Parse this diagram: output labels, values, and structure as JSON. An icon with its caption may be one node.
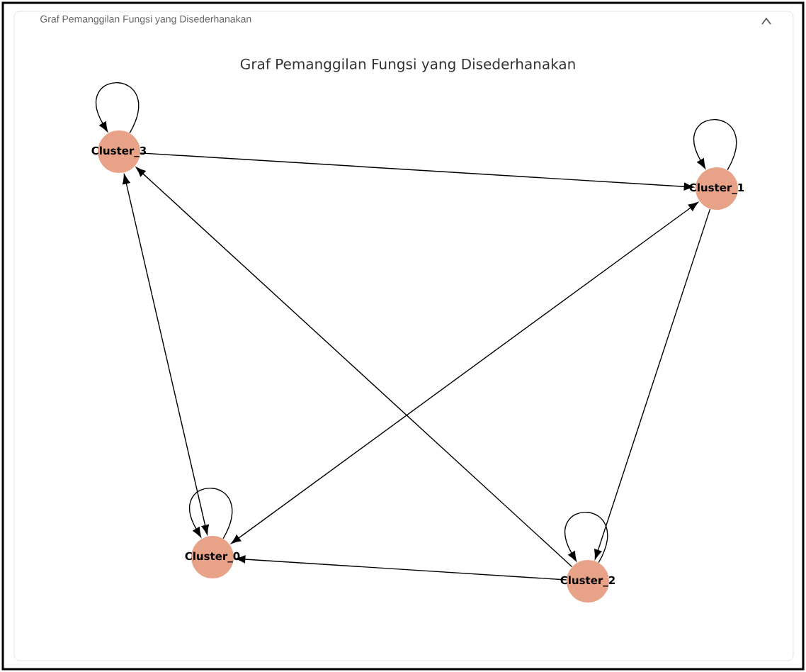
{
  "diagram": {
    "title": "Graf Pemanggilan Fungsi yang Disederhanakan",
    "nodes": [
      {
        "text": [
          "Cluster_3"
        ]
      },
      {
        "text": [
          "Cluster_1"
        ]
      },
      {
        "text": [
          "Cluster_0"
        ]
      },
      {
        "text": [
          "Cluster_2"
        ]
      }
    ],
    "edges": [
      {
        "from": 0,
        "to": 0,
        "arrow": "to"
      },
      {
        "from": 1,
        "to": 1,
        "arrow": "to"
      },
      {
        "from": 2,
        "to": 2,
        "arrow": "to"
      },
      {
        "from": 3,
        "to": 3,
        "arrow": "to"
      },
      {
        "from": 0,
        "to": 1,
        "arrow": "to"
      },
      {
        "from": 2,
        "to": 0,
        "arrow": "both"
      },
      {
        "from": 2,
        "to": 1,
        "arrow": "both"
      },
      {
        "from": 3,
        "to": 0,
        "arrow": "to"
      },
      {
        "from": 3,
        "to": 2,
        "arrow": "to"
      },
      {
        "from": 1,
        "to": 3,
        "arrow": "to"
      }
    ],
    "labels": [
      "Graf Pemanggilan Fungsi yang Disederhanakan"
    ]
  }
}
